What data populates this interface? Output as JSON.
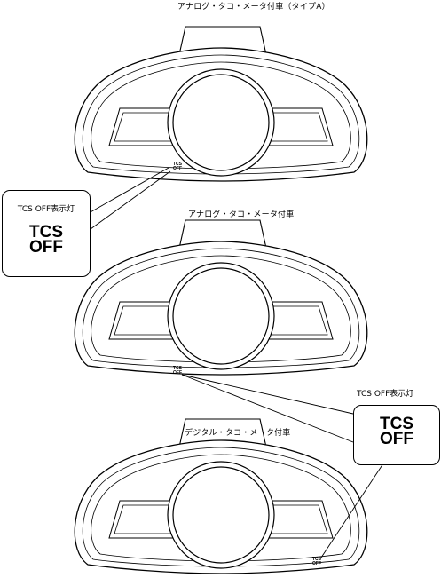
{
  "clusters": [
    {
      "id": "analog-type-a",
      "title": "アナログ・タコ・メータ付車（タイプA）"
    },
    {
      "id": "analog",
      "title": "アナログ・タコ・メータ付車"
    },
    {
      "id": "digital",
      "title": "デジタル・タコ・メータ付車"
    }
  ],
  "indicator": {
    "name": "TCS OFF表示灯",
    "line1": "TCS",
    "line2": "OFF"
  },
  "callouts": [
    {
      "title": "TCS OFF表示灯",
      "line1": "TCS",
      "line2": "OFF"
    },
    {
      "title": "TCS OFF表示灯",
      "line1": "TCS",
      "line2": "OFF"
    }
  ],
  "small_labels": [
    {
      "line1": "TCS",
      "line2": "OFF"
    },
    {
      "line1": "TCS",
      "line2": "OFF"
    },
    {
      "line1": "TCS",
      "line2": "OFF"
    }
  ]
}
